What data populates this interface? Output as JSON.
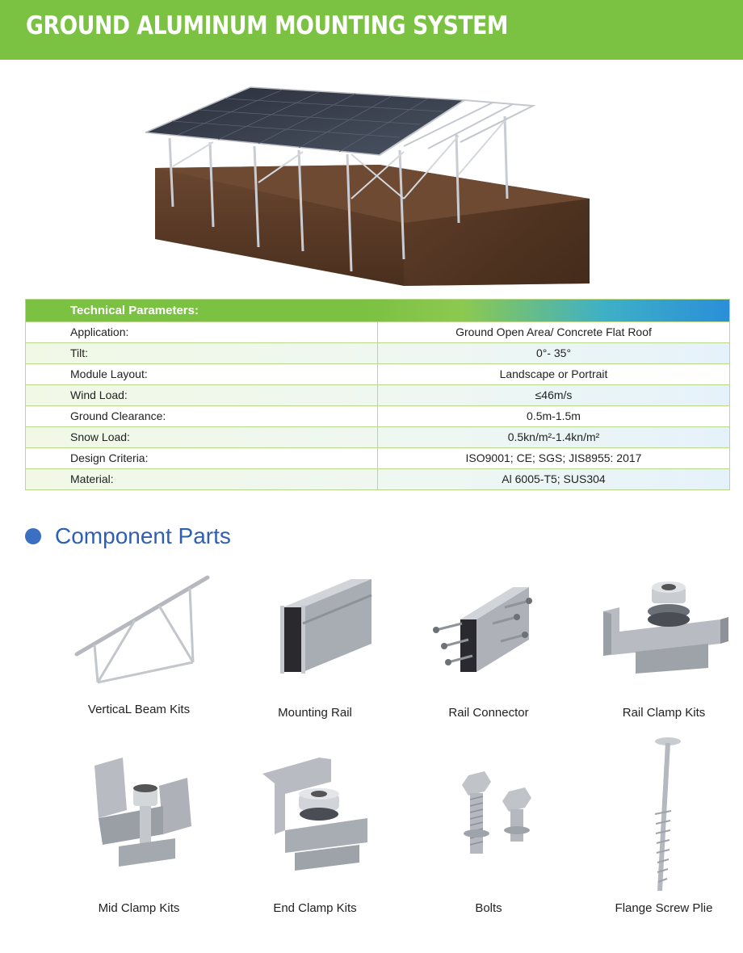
{
  "header": {
    "title": "GROUND ALUMINUM MOUNTING SYSTEM"
  },
  "colors": {
    "banner": "#7bc142",
    "accent_blue": "#2f5fb3",
    "soil": "#5a3a24",
    "aluminum": "#b8bcc2"
  },
  "technical_parameters": {
    "heading": "Technical Parameters:",
    "rows": [
      {
        "key": "Application:",
        "value": "Ground Open Area/ Concrete Flat Roof"
      },
      {
        "key": "Tilt:",
        "value": "0°- 35°"
      },
      {
        "key": "Module Layout:",
        "value": "Landscape or Portrait"
      },
      {
        "key": "Wind Load:",
        "value": "≤46m/s"
      },
      {
        "key": "Ground Clearance:",
        "value": "0.5m-1.5m"
      },
      {
        "key": "Snow Load:",
        "value": "0.5kn/m²-1.4kn/m²"
      },
      {
        "key": "Design Criteria:",
        "value": "ISO9001; CE; SGS; JIS8955: 2017"
      },
      {
        "key": "Material:",
        "value": "Al 6005-T5; SUS304"
      }
    ]
  },
  "components": {
    "title": "Component Parts",
    "items": [
      {
        "label": "VerticaL Beam Kits",
        "icon": "vertical-beam-icon"
      },
      {
        "label": "Mounting Rail",
        "icon": "mounting-rail-icon"
      },
      {
        "label": "Rail Connector",
        "icon": "rail-connector-icon"
      },
      {
        "label": "Rail Clamp Kits",
        "icon": "rail-clamp-icon"
      },
      {
        "label": "Mid Clamp Kits",
        "icon": "mid-clamp-icon"
      },
      {
        "label": "End Clamp Kits",
        "icon": "end-clamp-icon"
      },
      {
        "label": "Bolts",
        "icon": "bolts-icon"
      },
      {
        "label": "Flange Screw Plie",
        "icon": "flange-screw-pile-icon"
      }
    ]
  }
}
